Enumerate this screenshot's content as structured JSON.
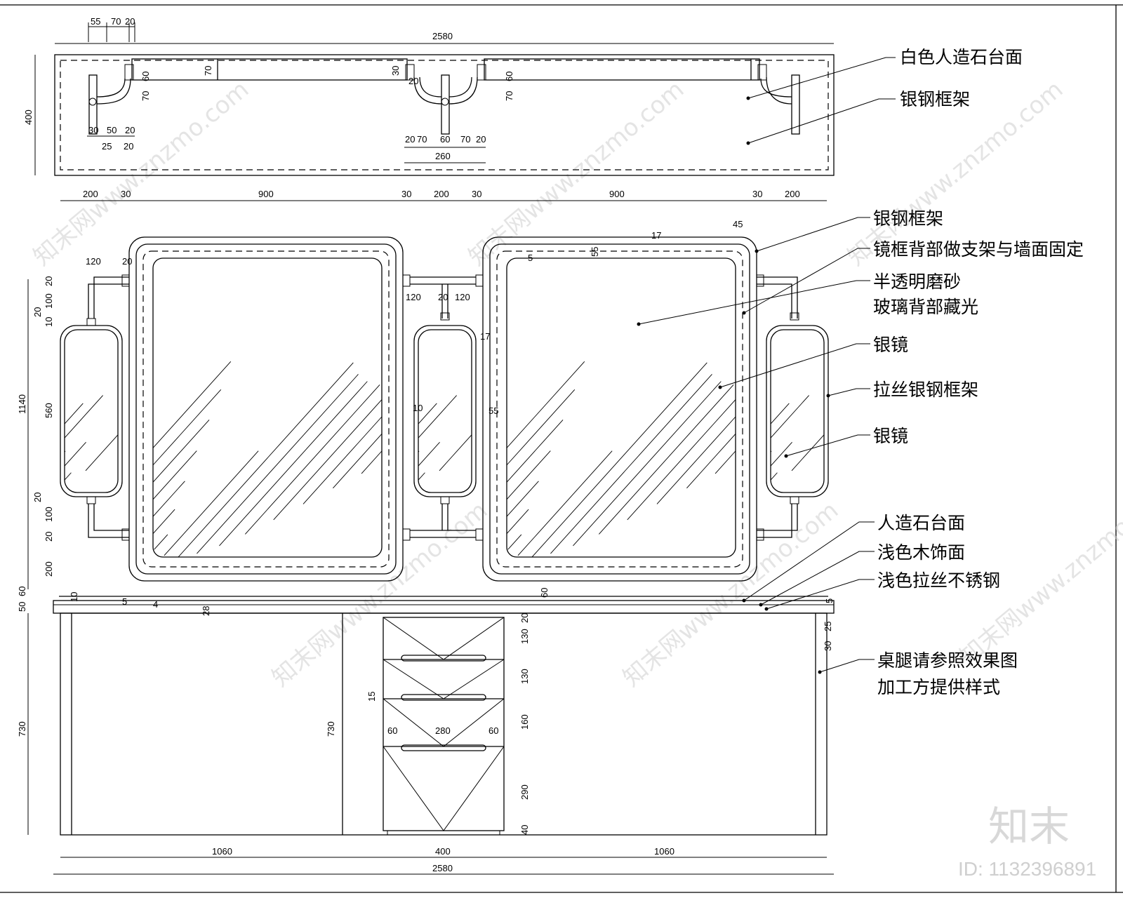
{
  "labels": {
    "top_countertop": "白色人造石台面",
    "top_frame": "银钢框架",
    "frame": "银钢框架",
    "frame_back": "镜框背部做支架与墙面固定",
    "glass_line1": "半透明磨砂",
    "glass_line2": "玻璃背部藏光",
    "mirror_1": "银镜",
    "brushed_frame": "拉丝银钢框架",
    "mirror_2": "银镜",
    "countertop": "人造石台面",
    "wood": "浅色木饰面",
    "steel": "浅色拉丝不锈钢",
    "legs_line1": "桌腿请参照效果图",
    "legs_line2": "加工方提供样式"
  },
  "dims": {
    "plan_total": "2580",
    "plan_depth": "400",
    "d55": "55",
    "d70": "70",
    "d20": "20",
    "p60": "60",
    "p70": "70",
    "p30": "30",
    "p50": "50",
    "p25": "25",
    "p260": "260",
    "e200": "200",
    "e30": "30",
    "e900": "900",
    "e45": "45",
    "e17": "17",
    "e55": "55",
    "e5": "5",
    "e120": "120",
    "e100": "100",
    "e10": "10",
    "e560": "560",
    "e1140": "1140",
    "e60": "60",
    "e50": "50",
    "c28": "28",
    "c4": "4",
    "c25": "25",
    "c130": "130",
    "c160": "160",
    "c290": "290",
    "c40": "40",
    "c280": "280",
    "c15": "15",
    "c730": "730",
    "c1060": "1060",
    "c400": "400",
    "c2580": "2580"
  },
  "watermark": {
    "text": "知末网www.znzmo.com",
    "logo": "知末",
    "id": "ID: 1132396891"
  }
}
